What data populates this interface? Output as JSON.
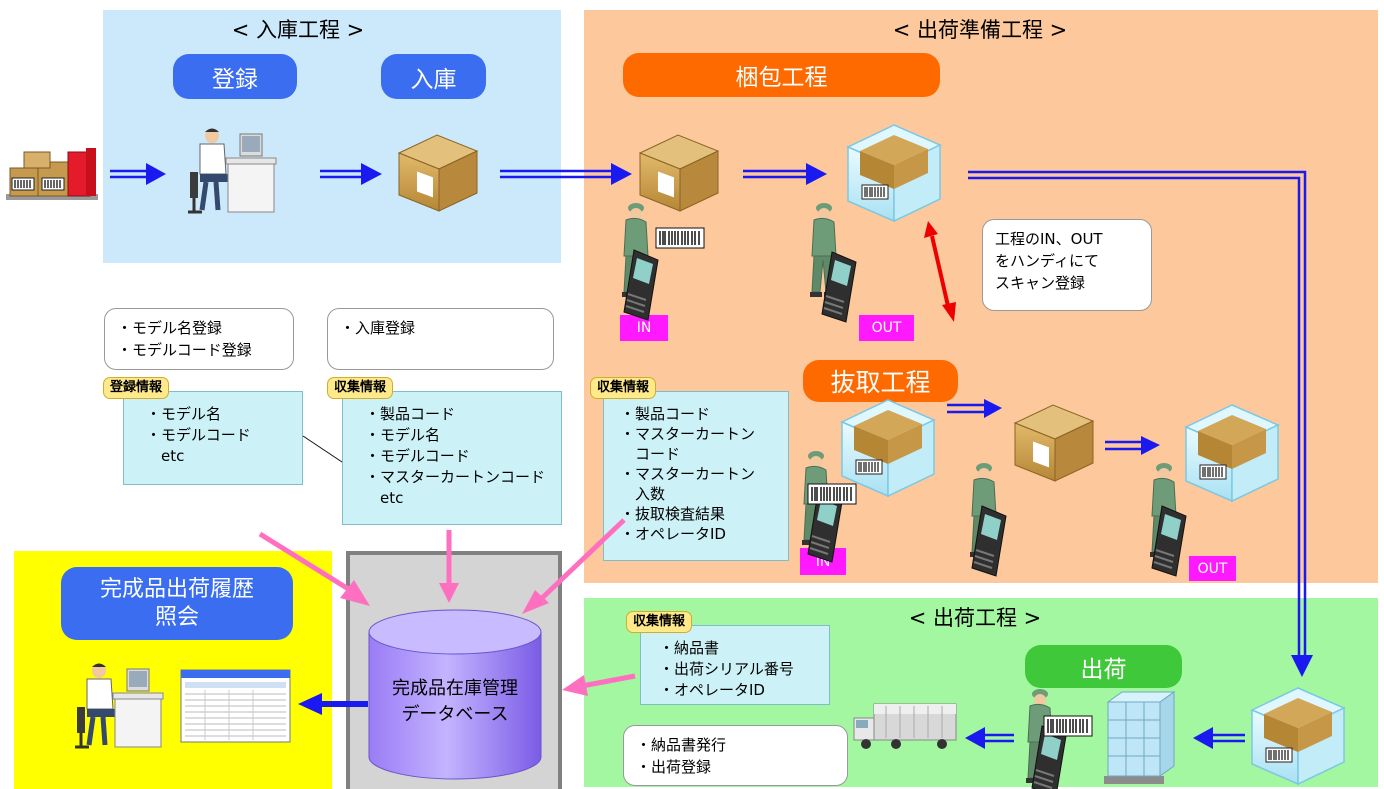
{
  "regions": {
    "receiving": {
      "title": "< 入庫工程 >"
    },
    "ship_prep": {
      "title": "< 出荷準備工程 >"
    },
    "shipping": {
      "title": "< 出荷工程 >"
    }
  },
  "pills": {
    "register": "登録",
    "receive": "入庫",
    "packing": "梱包工程",
    "sampling": "抜取工程",
    "ship": "出荷",
    "history": "完成品出荷履歴\n照会"
  },
  "notes": {
    "model_reg": "・モデル名登録\n・モデルコード登録",
    "receive_reg": "・入庫登録",
    "scan": "工程のIN、OUT\nをハンディにて\nスキャン登録",
    "delivery": "・納品書発行\n・出荷登録"
  },
  "info_boxes": {
    "reg_info": {
      "tag": "登録情報",
      "body": "・モデル名\n・モデルコード\n　etc"
    },
    "collect1": {
      "tag": "収集情報",
      "body": "・製品コード\n・モデル名\n・モデルコード\n・マスターカートンコード\n　etc"
    },
    "collect2": {
      "tag": "収集情報",
      "body": "・製品コード\n・マスターカートン\n　コード\n・マスターカートン\n　入数\n・抜取検査結果\n・オペレータID"
    },
    "collect3": {
      "tag": "収集情報",
      "body": "・納品書\n・出荷シリアル番号\n・オペレータID"
    }
  },
  "scan_tags": {
    "in1": "IN",
    "out1": "OUT",
    "in2": "IN",
    "out2": "OUT"
  },
  "database": {
    "label": "完成品在庫管理\nデータベース"
  },
  "colors": {
    "receiving_bg": "#cbe9fb",
    "ship_prep_bg": "#fdc89b",
    "shipping_bg": "#a2f7a0",
    "history_bg": "#ffff00",
    "db_area_bg": "#d4d4d4",
    "flow_arrow": "#1a1af0",
    "pink_arrow": "#ff6fc0",
    "red_arrow": "#ee0000"
  },
  "icons": [
    "product-boxes-icon",
    "office-worker-icon",
    "cardboard-box-icon",
    "handheld-scanner-icon",
    "barcode-icon",
    "container-box-icon",
    "truck-icon",
    "pallet-icon",
    "report-sheet-icon",
    "database-cylinder-icon"
  ]
}
